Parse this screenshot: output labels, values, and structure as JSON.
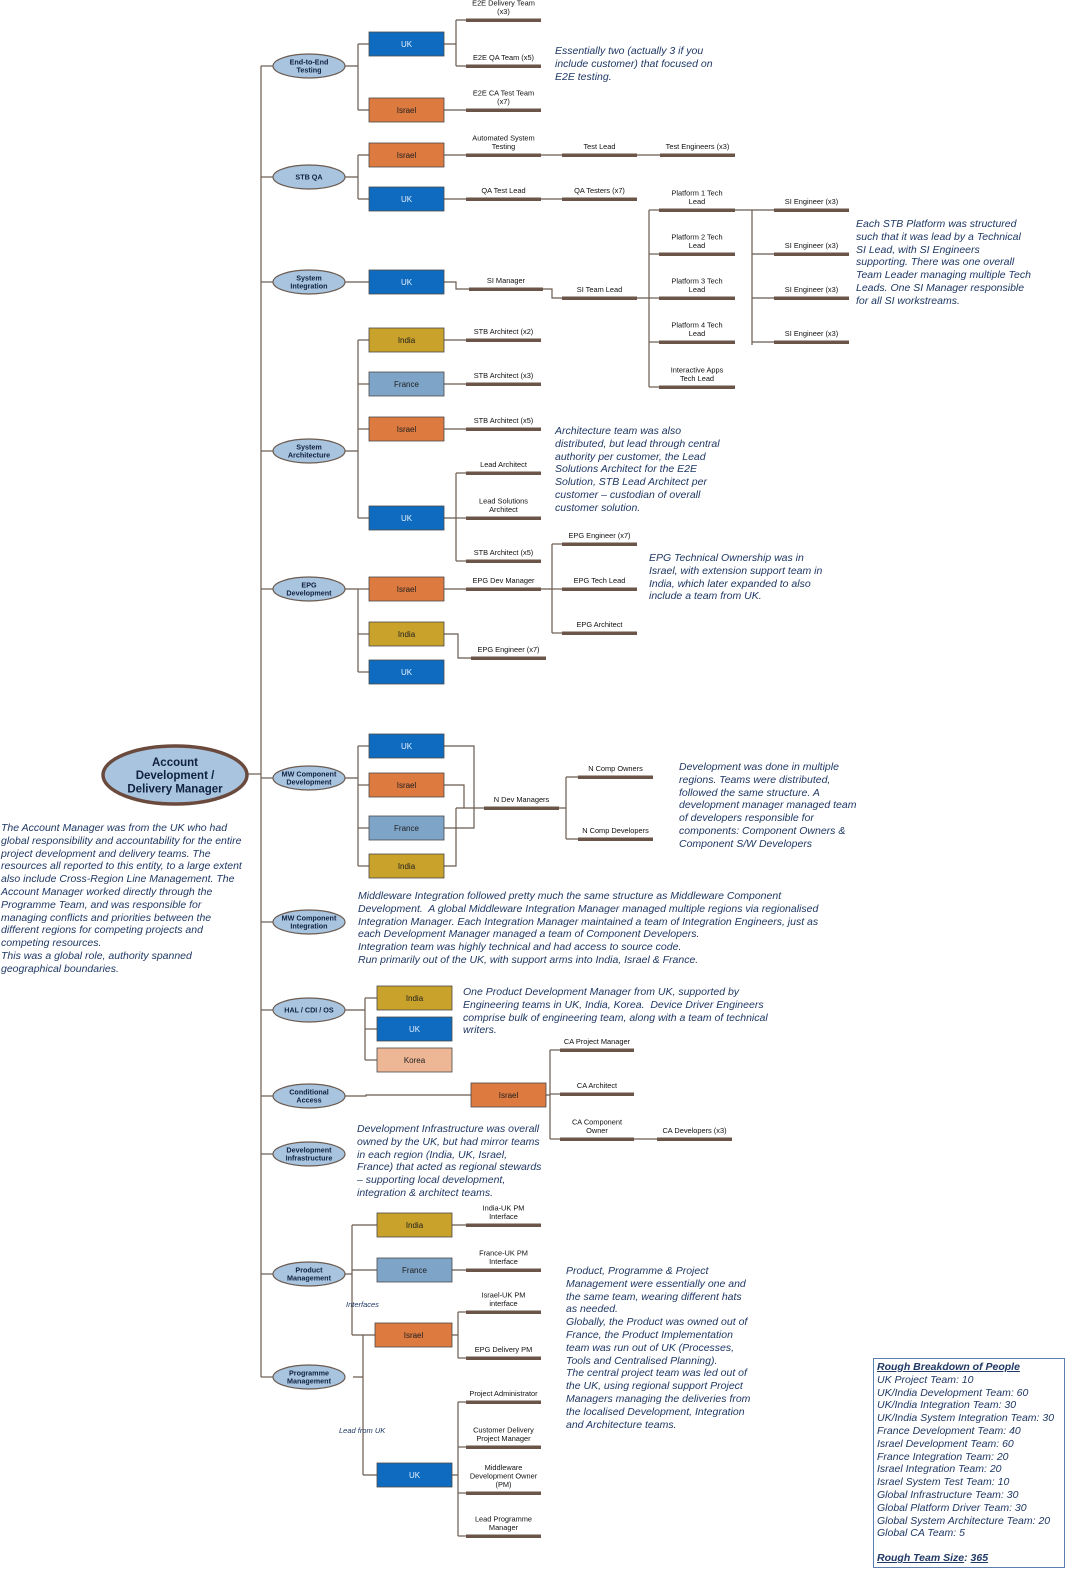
{
  "root": {
    "label": "Account\nDevelopment /\nDelivery Manager",
    "note": "The Account Manager was from the UK who had\nglobal responsibility and accountability for the entire\nproject development and delivery teams. The\nresources all reported to this entity, to a large extent\nalso include Cross-Region Line Management. The\nAccount Manager worked directly through the\nProgramme Team, and was responsible for\nmanaging conflicts and priorities between the\ndifferent regions for competing projects and\ncompeting resources.\nThis was a global role, authority spanned\ngeographical boundaries."
  },
  "functions": [
    {
      "id": "e2e",
      "label": "End-to-End\nTesting"
    },
    {
      "id": "stbqa",
      "label": "STB QA"
    },
    {
      "id": "si",
      "label": "System\nIntegration"
    },
    {
      "id": "sa",
      "label": "System\nArchitecture"
    },
    {
      "id": "epg",
      "label": "EPG\nDevelopment"
    },
    {
      "id": "mwc",
      "label": "MW Component\nDevelopment"
    },
    {
      "id": "mwi",
      "label": "MW Component\nIntegration"
    },
    {
      "id": "hal",
      "label": "HAL / CDI / OS"
    },
    {
      "id": "ca",
      "label": "Conditional\nAccess"
    },
    {
      "id": "di",
      "label": "Development\nInfrastructure"
    },
    {
      "id": "pm",
      "label": "Product\nManagement"
    },
    {
      "id": "prg",
      "label": "Programme\nManagement"
    }
  ],
  "regions": {
    "uk": "UK",
    "israel": "Israel",
    "india": "India",
    "france": "France",
    "korea": "Korea"
  },
  "roles": {
    "e2e_delivery": "E2E Delivery Team\n(x3)",
    "e2e_qa": "E2E QA Team (x5)",
    "e2e_ca": "E2E CA Test Team\n(x7)",
    "auto_sys_test": "Automated System\nTesting",
    "test_lead": "Test Lead",
    "test_engineers": "Test Engineers (x3)",
    "qa_test_lead": "QA Test Lead",
    "qa_testers": "QA Testers (x7)",
    "si_manager": "SI Manager",
    "si_team_lead": "SI Team Lead",
    "platform1": "Platform 1 Tech\nLead",
    "platform2": "Platform 2 Tech\nLead",
    "platform3": "Platform 3 Tech\nLead",
    "platform4": "Platform 4 Tech\nLead",
    "interactive_apps": "Interactive Apps\nTech Lead",
    "si_engineer": "SI Engineer (x3)",
    "stb_arch_x2": "STB Architect (x2)",
    "stb_arch_x3": "STB Architect (x3)",
    "stb_arch_x5": "STB Architect (x5)",
    "lead_architect": "Lead Architect",
    "lead_solutions_arch": "Lead Solutions\nArchitect",
    "epg_dev_manager": "EPG Dev Manager",
    "epg_engineer_x7": "EPG Engineer (x7)",
    "epg_tech_lead": "EPG Tech Lead",
    "epg_architect": "EPG Architect",
    "n_dev_managers": "N Dev Managers",
    "n_comp_owners": "N Comp Owners",
    "n_comp_developers": "N Comp Developers",
    "ca_project_manager": "CA Project Manager",
    "ca_architect": "CA Architect",
    "ca_component_owner": "CA Component\nOwner",
    "ca_developers": "CA Developers (x3)",
    "india_uk_pm": "India-UK PM\nInterface",
    "france_uk_pm": "France-UK PM\nInterface",
    "israel_uk_pm": "Israel-UK PM\ninterface",
    "epg_delivery_pm": "EPG Delivery PM",
    "project_admin": "Project Administrator",
    "customer_delivery_pm": "Customer Delivery\nProject Manager",
    "mw_dev_owner": "Middleware\nDevelopment Owner\n(PM)",
    "lead_programme_manager": "Lead Programme\nManager"
  },
  "edge_labels": {
    "interfaces": "Interfaces",
    "lead_from_uk": "Lead from UK"
  },
  "notes": {
    "e2e": "Essentially two (actually 3 if you\ninclude customer) that focused on\nE2E testing.",
    "si": "Each STB Platform was structured\nsuch that it was lead by a Technical\nSI Lead, with SI Engineers\nsupporting. There was one overall\nTeam Leader managing multiple Tech\nLeads. One SI Manager responsible\nfor all SI workstreams.",
    "sa": "Architecture team was also\ndistributed, but lead through central\nauthority per customer, the Lead\nSolutions Architect for the E2E\nSolution, STB Lead Architect per\ncustomer – custodian of overall\ncustomer solution.",
    "epg": "EPG Technical Ownership was in\nIsrael, with extension support team in\nIndia, which later expanded to also\ninclude a team from UK.",
    "mwc": "Development was done in multiple\nregions. Teams were distributed,\nfollowed the same structure. A\ndevelopment manager managed team\nof developers responsible for\ncomponents: Component Owners &\nComponent S/W Developers",
    "mwi": "Middleware Integration followed pretty much the same structure as Middleware Component\nDevelopment.  A global Middleware Integration Manager managed multiple regions via regionalised\nIntegration Manager. Each Integration Manager maintained a team of Integration Engineers, just as\neach Development Manager managed a team of Component Developers.\nIntegration team was highly technical and had access to source code.\nRun primarily out of the UK, with support arms into India, Israel & France.",
    "hal": "One Product Development Manager from UK, supported by\nEngineering teams in UK, India, Korea.  Device Driver Engineers\ncomprise bulk of engineering team, along with a team of technical\nwriters.",
    "di": "Development Infrastructure was overall\nowned by the UK, but had mirror teams\nin each region (India, UK, Israel,\nFrance) that acted as regional stewards\n– supporting local development,\nintegration & architect teams.",
    "pm": "Product, Programme & Project\nManagement were essentially one and\nthe same team, wearing different hats\nas needed.\nGlobally, the Product was owned out of\nFrance, the Product Implementation\nteam was run out of UK (Processes,\nTools and Centralised Planning).\nThe central project team was led out of\nthe UK, using regional support Project\nManagers managing the deliveries from\nthe localised Development, Integration\nand Architecture teams."
  },
  "breakdown": {
    "title": "Rough Breakdown of People",
    "items": [
      "UK Project Team: 10",
      "UK/India Development Team: 60",
      "UK/India Integration Team: 30",
      "UK/India System Integration Team: 30",
      "France Development Team: 40",
      "Israel Development Team: 60",
      "France Integration Team: 20",
      "Israel Integration Team: 20",
      "Israel System Test Team: 10",
      "Global Infrastructure Team: 30",
      "Global Platform Driver Team: 30",
      "Global System Architecture Team: 20",
      "Global CA Team: 5"
    ],
    "total_label": "Rough Team Size",
    "total_value": "365"
  },
  "colors": {
    "uk": "#0e6bbf",
    "israel": "#dd7a40",
    "india": "#c9a22c",
    "france": "#7ea4c8",
    "korea": "#edb796",
    "function_fill": "#a8c4de",
    "role_bar": "#6a5548",
    "line": "#6b5b50",
    "note_text": "#1f3864"
  }
}
